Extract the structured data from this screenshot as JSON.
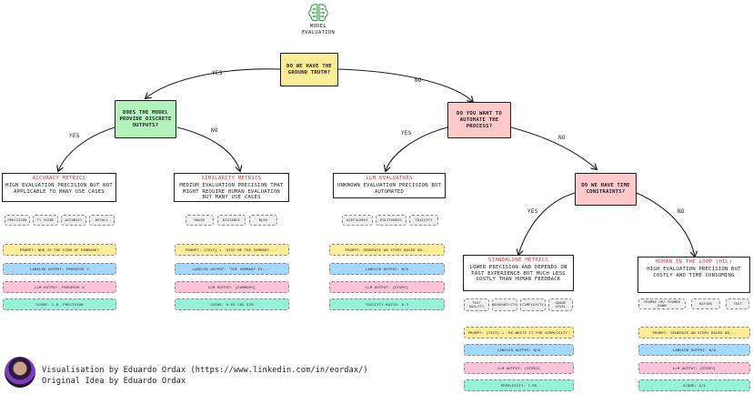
{
  "header": {
    "title_line1": "MODEL",
    "title_line2": "EVALUATION",
    "icon": "brain-circuit-icon",
    "icon_color": "#2f9e44"
  },
  "colors": {
    "question_yellow": "#ffec99",
    "question_green": "#b2f2bb",
    "question_red": "#ffc9c9",
    "prompt": "#ffec99",
    "labeled": "#a5d8ff",
    "llm": "#fcc2d7",
    "score": "#96f2d7",
    "metric_title": "#e03131"
  },
  "questions": {
    "ground_truth": "DO WE HAVE THE GROUND TRUTH?",
    "discrete": "DOES THE MODEL PROVIDE DISCRETE OUTPUTS?",
    "automate": "DO YOU WANT TO AUTOMATE THE PROCESS?",
    "time": "DO WE HAVE TIME CONSTRAINTS?"
  },
  "edge_labels": {
    "yes": "YES",
    "no": "NO"
  },
  "branches": {
    "accuracy": {
      "title": "ACCURACY METRICS",
      "desc": "HIGH EVALUATION PRECISION BUT NOT APPLICABLE TO MANY USE CASES",
      "chips": [
        "PRECISION",
        "F1 SCORE",
        "ACCURACY",
        "RECALL"
      ],
      "prompt": "PROMPT: WHO IS THE KING OF DENMARK?",
      "labeled": "LABELED OUTPUT: FREDERIK X",
      "llm": "LLM OUTPUT: FREDERIK X",
      "score": "SCORE: 1.0, PRECISION"
    },
    "similarity": {
      "title": "SIMILARITY METRICS",
      "desc": "MEDIUM EVALUATION PRECISION THAT MIGHT REQUIRE HUMAN EVALUATION BUT MANY USE CASES",
      "chips": [
        "ROUGE",
        "DISTANCE",
        "BLEU"
      ],
      "prompt": "PROMPT: {TEXT} + 'GIVE ME THE SUMMARY...'",
      "labeled": "LABELED OUTPUT: 'THE SUMMARY IS...'",
      "llm": "LLM OUTPUT: {SUMMARY}",
      "score": "SCORE: 0.65 COS SIM"
    },
    "llm_evaluators": {
      "title": "LLM EVALUATORS",
      "desc": "UNKNOWN EVALUATION PRECISION BUT AUTOMATED",
      "chips": [
        "USEFULNESS",
        "POLITENESS",
        "TOXICITY"
      ],
      "prompt": "PROMPT: GENERATE AN STORY BASED ON...",
      "labeled": "LABELED OUTPUT: N/A",
      "llm": "LLM OUTPUT: {STORY}",
      "score": "TOXICITY RATIO: 0.3"
    },
    "standalone": {
      "title": "STANDALONE METRICS",
      "desc": "LOWER PRECISION AND DEPENDS ON PAST EXPERIENCE BUT MUCH LESS COSTLY THAN HUMAN FEEDBACK",
      "chips": [
        "TEXT QUALITY",
        "READABILITY",
        "COMPLEXITY",
        "GRADE LEVEL"
      ],
      "prompt": "PROMPT: {TEXT} + 'RE-WRITE IT FOR SIMPLICITY'",
      "labeled": "LABELED OUTPUT: N/A",
      "llm": "LLM OUTPUT: {STORY}",
      "score": "PERPLEXITY: 7.95"
    },
    "hitl": {
      "title": "HUMAN IN THE LOOP (HIL)",
      "desc": "HIGH EVALUATION PRECISION BUT COSTLY AND TIME CONSUMING",
      "chips": [
        "THUMBS UP/ THUMBS DOWN",
        "RATING",
        "TEXT"
      ],
      "prompt": "PROMPT: GENERATE AN STORY BASED ON...",
      "labeled": "LABELED OUTPUT: N/A",
      "llm": "LLM OUTPUT: {STORY}",
      "score": "SCORE: 4/5"
    }
  },
  "credits": {
    "line1": "Visualisation by Eduardo Ordax (https://www.linkedin.com/in/eordax/)",
    "line2": "Original Idea by Eduardo Ordax"
  }
}
